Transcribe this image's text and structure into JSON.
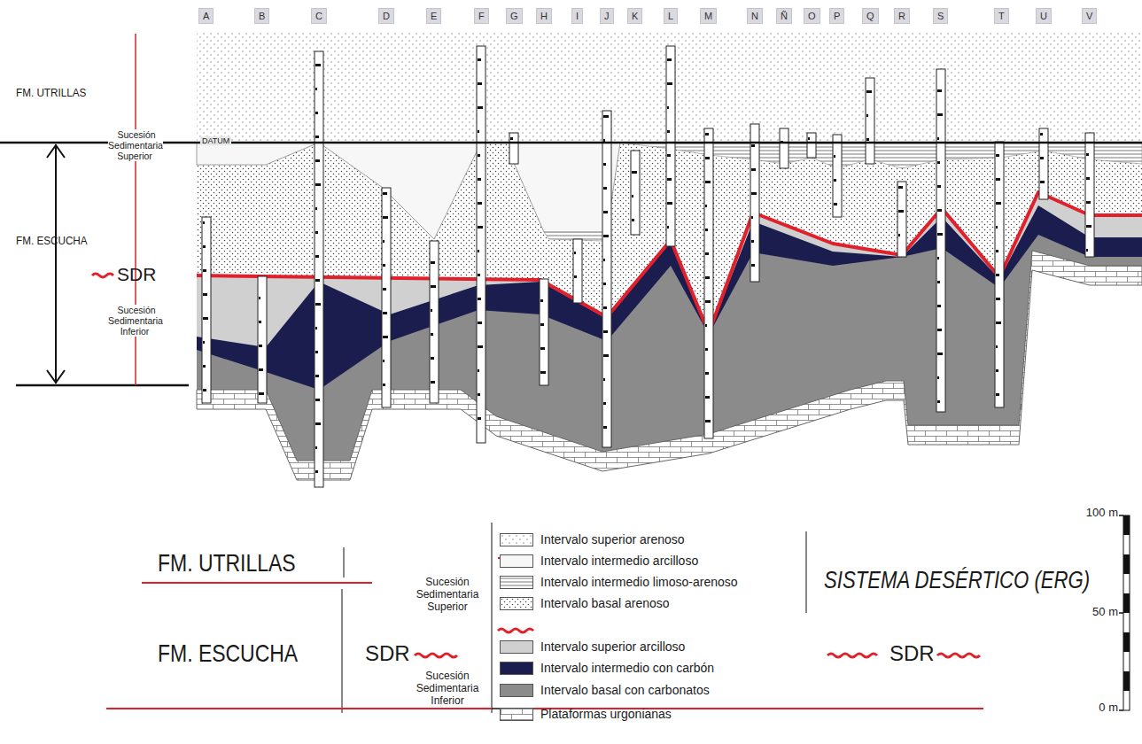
{
  "diagram": {
    "nodes": [
      {
        "text": [
          "A"
        ]
      },
      {
        "text": [
          "B"
        ]
      },
      {
        "text": [
          "C"
        ]
      },
      {
        "text": [
          "D"
        ]
      },
      {
        "text": [
          "E"
        ]
      },
      {
        "text": [
          "F"
        ]
      },
      {
        "text": [
          "G"
        ]
      },
      {
        "text": [
          "H"
        ]
      },
      {
        "text": [
          "I"
        ]
      },
      {
        "text": [
          "J"
        ]
      },
      {
        "text": [
          "K"
        ]
      },
      {
        "text": [
          "L"
        ]
      },
      {
        "text": [
          "M"
        ]
      },
      {
        "text": [
          "N"
        ]
      },
      {
        "text": [
          "Ñ"
        ]
      },
      {
        "text": [
          "O"
        ]
      },
      {
        "text": [
          "P"
        ]
      },
      {
        "text": [
          "Q"
        ]
      },
      {
        "text": [
          "R"
        ]
      },
      {
        "text": [
          "S"
        ]
      },
      {
        "text": [
          "T"
        ]
      },
      {
        "text": [
          "U"
        ]
      },
      {
        "text": [
          "V"
        ]
      }
    ],
    "labels": [
      "FM. UTRILLAS",
      "Sucesión Sedimentaria Superior",
      "DATUM",
      "FM. ESCUCHA",
      "SDR",
      "Sucesión Sedimentaria Inferior",
      "100 m",
      "50 m",
      "0 m",
      "FM. UTRILLAS",
      "FM. ESCUCHA",
      "SDR",
      "Sucesión Sedimentaria Superior",
      "Sucesión Sedimentaria Inferior",
      "SISTEMA DESÉRTICO (ERG)",
      "SDR"
    ],
    "legend": [
      {
        "text": "Intervalo superior arenoso"
      },
      {
        "text": "Intervalo intermedio arcilloso",
        "color": "#f7f7f7"
      },
      {
        "text": "Intervalo intermedio limoso-arenoso"
      },
      {
        "text": "Intervalo basal arenoso"
      },
      {
        "text": "Intervalo superior arcilloso",
        "color": "#d0d0d0"
      },
      {
        "text": "Intervalo intermedio con carbón",
        "color": "#1b1d4e"
      },
      {
        "text": "Intervalo basal con carbonatos",
        "color": "#8b8b8b"
      },
      {
        "text": "Plataformas urgonianas"
      }
    ]
  }
}
